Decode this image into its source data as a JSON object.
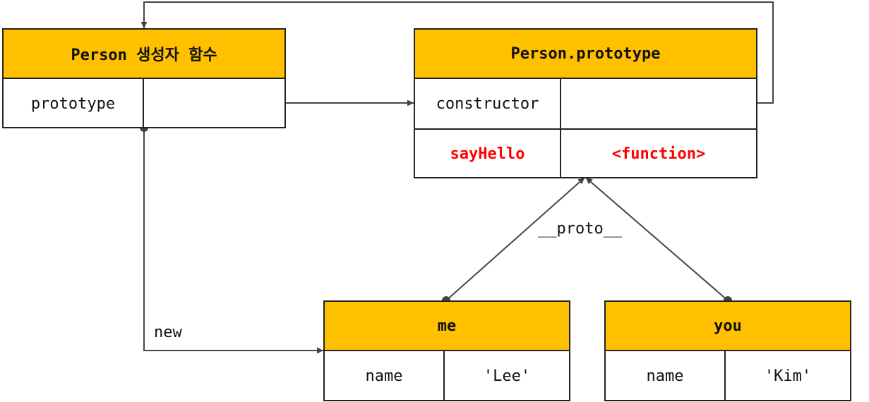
{
  "constructor_box": {
    "title": "Person 생성자 함수",
    "prop_key": "prototype"
  },
  "prototype_box": {
    "title": "Person.prototype",
    "rows": [
      {
        "key": "constructor",
        "value": ""
      },
      {
        "key": "sayHello",
        "value": "<function>"
      }
    ]
  },
  "instances": [
    {
      "title": "me",
      "key": "name",
      "value": "'Lee'"
    },
    {
      "title": "you",
      "key": "name",
      "value": "'Kim'"
    }
  ],
  "edge_labels": {
    "new": "new",
    "proto": "__proto__"
  },
  "colors": {
    "header_fill": "#FFC000",
    "highlight_text": "#FF0000",
    "line": "#444444"
  }
}
